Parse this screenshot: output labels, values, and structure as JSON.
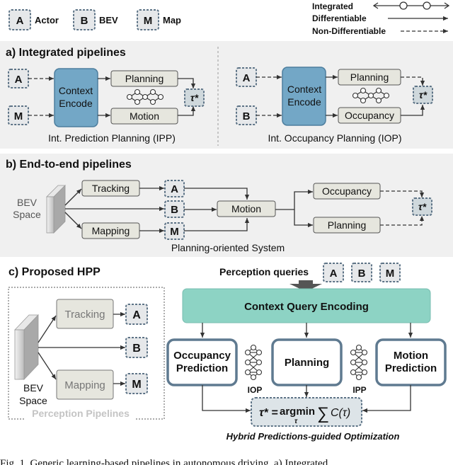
{
  "legend": {
    "actor_letter": "A",
    "actor_label": "Actor",
    "bev_letter": "B",
    "bev_label": "BEV",
    "map_letter": "M",
    "map_label": "Map",
    "integrated": "Integrated",
    "differentiable": "Differentiable",
    "non_differentiable": "Non-Differentiable"
  },
  "section_a": {
    "title": "a) Integrated pipelines",
    "ipp": {
      "input_top": "A",
      "input_bottom": "M",
      "encoder_line1": "Context",
      "encoder_line2": "Encode",
      "planning": "Planning",
      "motion": "Motion",
      "output": "τ*",
      "caption": "Int. Prediction Planning (IPP)"
    },
    "iop": {
      "input_top": "A",
      "input_bottom": "B",
      "encoder_line1": "Context",
      "encoder_line2": "Encode",
      "planning": "Planning",
      "occupancy": "Occupancy",
      "output": "τ*",
      "caption": "Int. Occupancy Planning (IOP)"
    }
  },
  "section_b": {
    "title": "b) End-to-end pipelines",
    "bev_line1": "BEV",
    "bev_line2": "Space",
    "tracking": "Tracking",
    "mapping": "Mapping",
    "q_a": "A",
    "q_b": "B",
    "q_m": "M",
    "motion": "Motion",
    "occupancy": "Occupancy",
    "planning": "Planning",
    "output": "τ*",
    "caption": "Planning-oriented System"
  },
  "section_c": {
    "title": "c) Proposed HPP",
    "queries_label": "Perception queries",
    "q_a": "A",
    "q_b": "B",
    "q_m": "M",
    "encoder": "Context Query Encoding",
    "occ_line1": "Occupancy",
    "occ_line2": "Prediction",
    "planning": "Planning",
    "motion_line1": "Motion",
    "motion_line2": "Prediction",
    "iop": "IOP",
    "ipp": "IPP",
    "tracking": "Tracking",
    "mapping": "Mapping",
    "p_a": "A",
    "p_b": "B",
    "p_m": "M",
    "bev_line1": "BEV",
    "bev_line2": "Space",
    "perception_pipelines": "Perception Pipelines",
    "formula_lhs": "τ* = ",
    "formula_op": "argmin",
    "formula_sub": "τ",
    "formula_sum": "∑",
    "formula_rhs": "C(τ)",
    "optimization_caption": "Hybrid Predictions-guided Optimization"
  },
  "figure_caption": "Fig. 1.   Generic learning-based pipelines in autonomous driving. a) Integrated"
}
